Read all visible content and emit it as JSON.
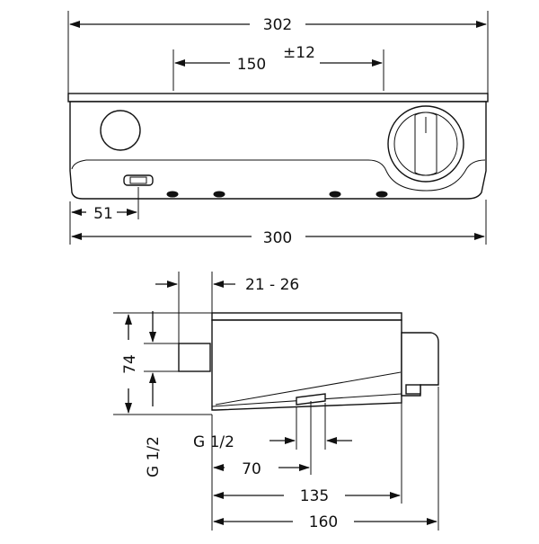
{
  "dimensions": {
    "overall_top": "302",
    "center_spacing": "150",
    "center_tolerance": "±12",
    "inlet_offset": "51",
    "overall_bottom": "300",
    "wall_gap": "21 - 26",
    "height": "74",
    "thread_vertical": "G 1/2",
    "thread_outlet": "G 1/2",
    "depth_70": "70",
    "depth_135": "135",
    "depth_160": "160"
  }
}
